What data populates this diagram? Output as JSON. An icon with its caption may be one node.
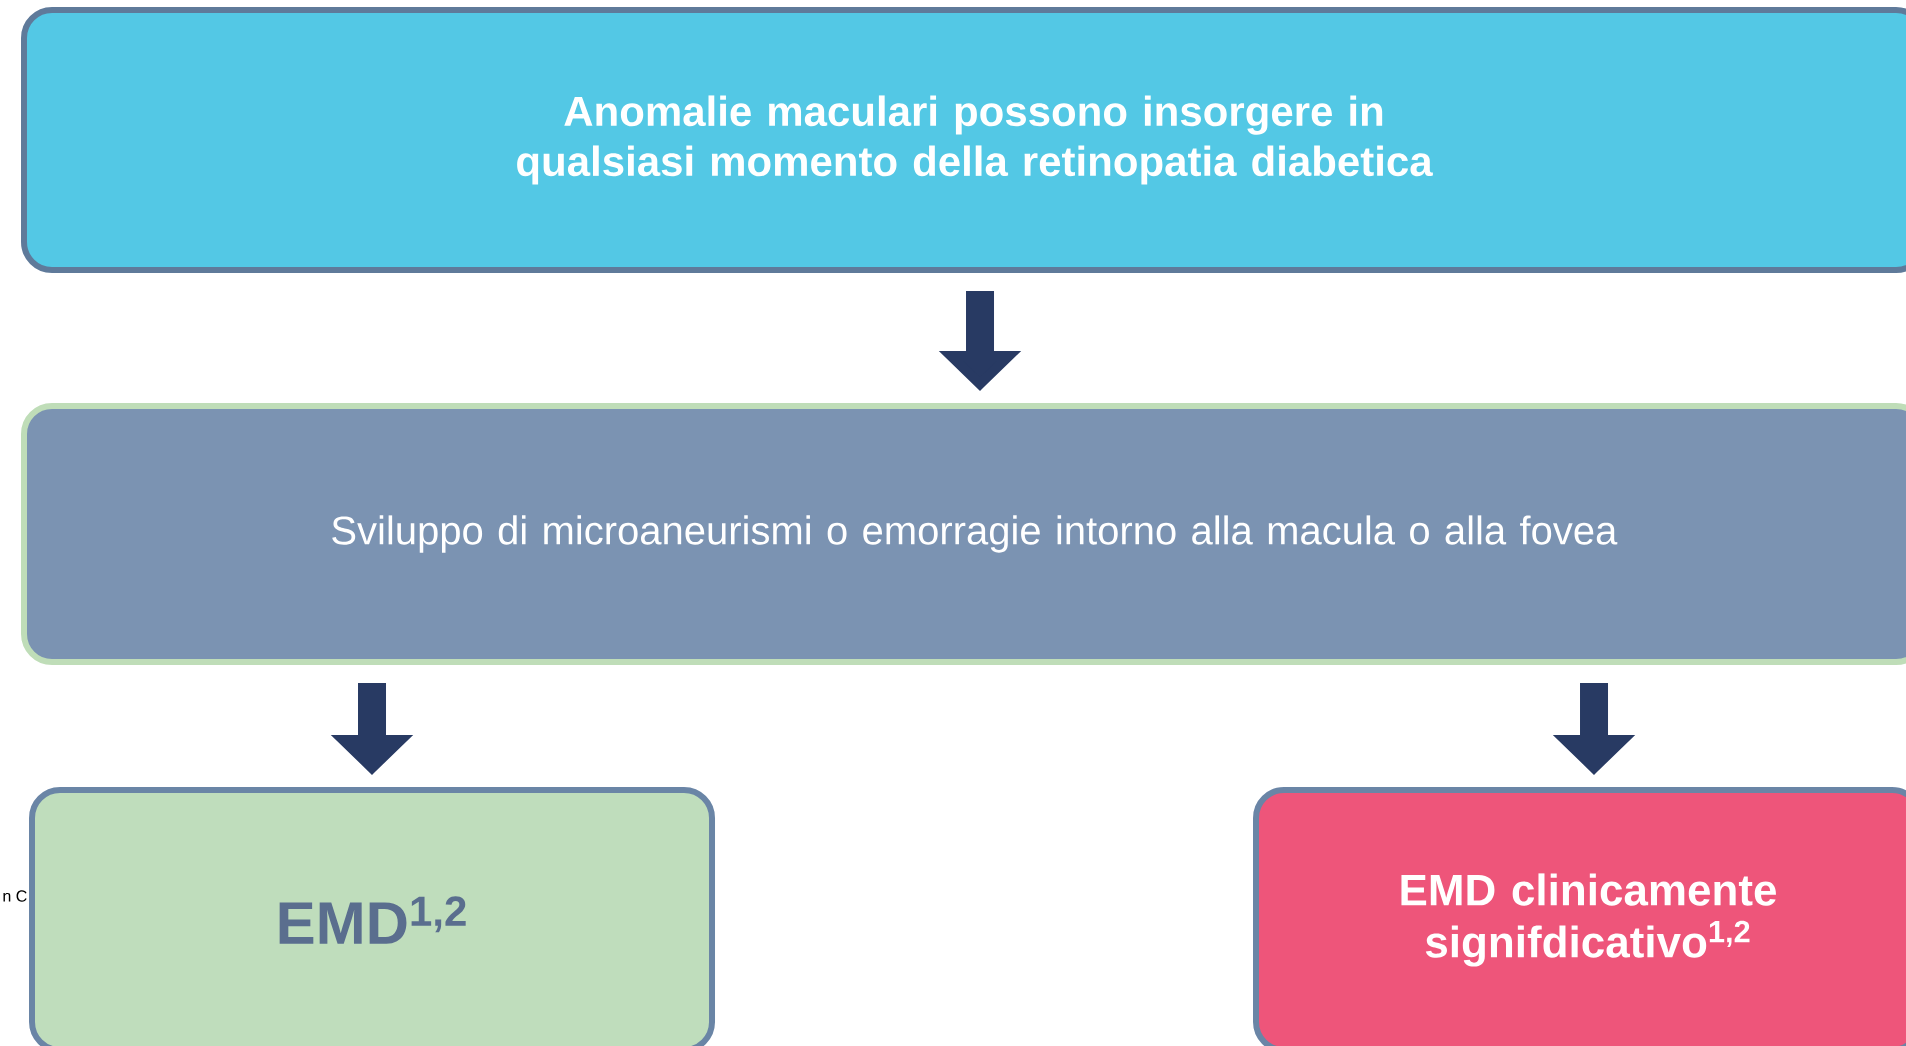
{
  "diagram": {
    "nodes": [
      {
        "text": [
          "Anomalie maculari  possono insorgere in qualsiasi momento della retinopatia diabetica"
        ]
      },
      {
        "text": [
          "Sviluppo di microaneurismi o emorragie intorno alla macula o alla fovea"
        ]
      },
      {
        "text": [
          "EMD$^{1,2}$"
        ]
      },
      {
        "text": [
          "EMD clinicamente signifdicativo$^{1,2}$"
        ]
      }
    ],
    "edges": [
      {
        "from": 0,
        "to": 1,
        "arrow": "to"
      },
      {
        "from": 1,
        "to": 2,
        "arrow": "to"
      },
      {
        "from": 1,
        "to": 3,
        "arrow": "to"
      }
    ],
    "labels": [
      "n C"
    ]
  }
}
